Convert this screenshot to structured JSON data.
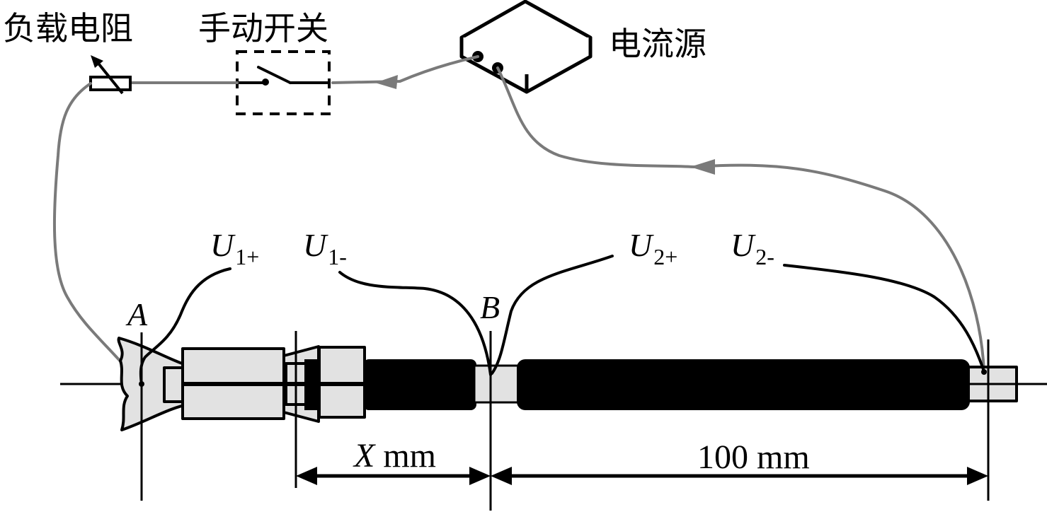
{
  "labels": {
    "load_resistor": "负载电阻",
    "manual_switch": "手动开关",
    "current_source": "电流源",
    "point_a": "A",
    "point_b": "B",
    "u1_plus": {
      "main": "U",
      "sub": "1+"
    },
    "u1_minus": {
      "main": "U",
      "sub": "1-"
    },
    "u2_plus": {
      "main": "U",
      "sub": "2+"
    },
    "u2_minus": {
      "main": "U",
      "sub": "2-"
    }
  },
  "dimensions": {
    "x_segment": {
      "var": "X",
      "unit": " mm"
    },
    "fixed_segment": {
      "value": "100",
      "unit": " mm"
    }
  },
  "colors": {
    "wire": "#7a7a7a",
    "line": "#000000",
    "part_fill": "#e2e2e2",
    "background": "#ffffff"
  }
}
